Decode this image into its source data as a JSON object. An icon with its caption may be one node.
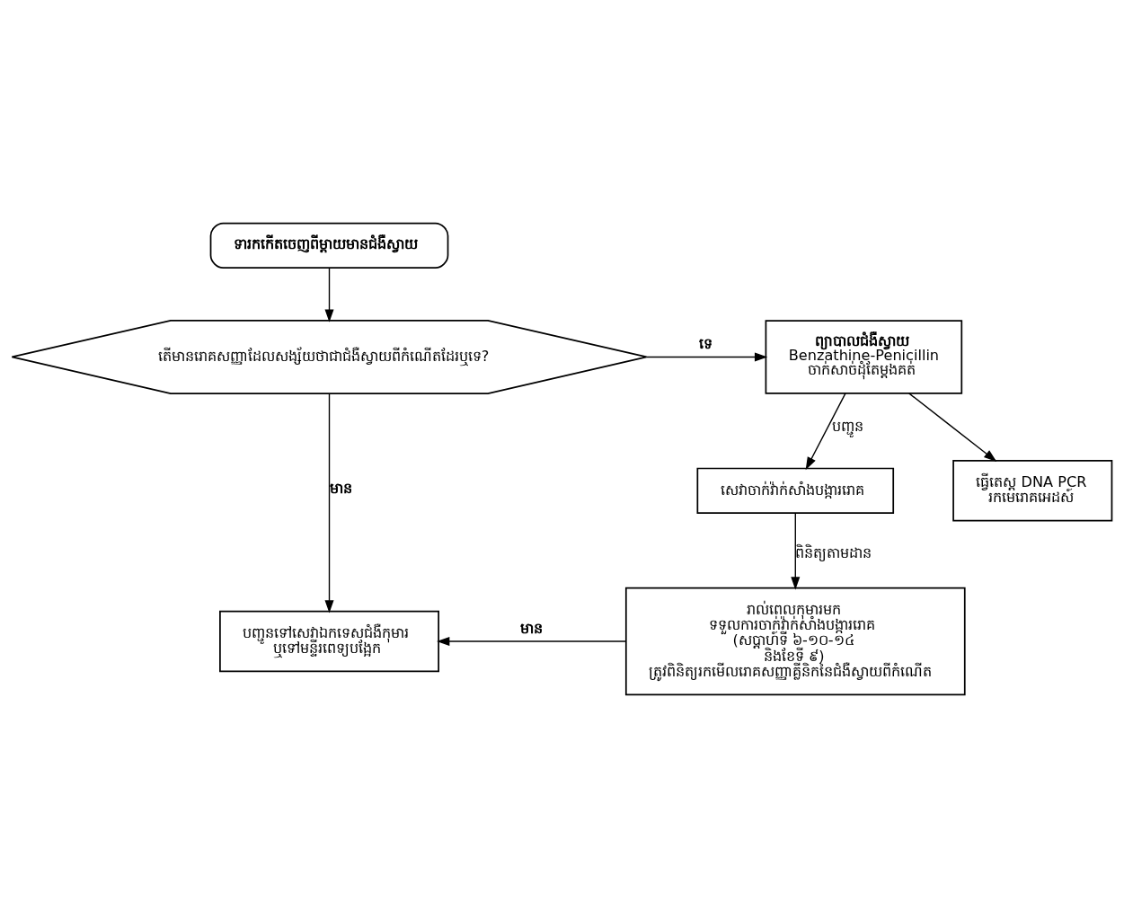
{
  "diagram": {
    "nodes": [
      {
        "text": [
          "ទារកកើតចេញពីម្តាយមានជំងឺស្វាយ"
        ]
      },
      {
        "text": [
          "តើមានរោគសញ្ញាដែលសង្ស័យថាជាជំងឺស្វាយពីកំណើតដែរឬទេ?"
        ]
      },
      {
        "text": [
          "ព្យាបាលជំងឺស្វាយ",
          "Benzathine-Penicillin",
          "ចាក់សាច់ដុំតែម្តងគត់"
        ]
      },
      {
        "text": [
          "សេវាចាក់វ៉ាក់សាំងបង្ការរោគ"
        ]
      },
      {
        "text": [
          "ធ្វើតេស្ត DNA PCR រកមេរោគអេដស៍"
        ]
      },
      {
        "text": [
          "រាល់ពេលកុមារមក ទទួលការចាក់វ៉ាក់សាំងបង្ការរោគ (សប្តាហ៍ទី ៦-១០-១៤ និងខែទី ៩) ត្រូវពិនិត្យរកមើលរោគសញ្ញាគ្លីនិកនៃជំងឺស្វាយពីកំណើត"
        ]
      },
      {
        "text": [
          "បញ្ជូនទៅសេវាឯកទេសជំងឺកុមារ ឬទៅមន្ទីរពេទ្យបង្អែក"
        ]
      }
    ],
    "edges": [
      {
        "from": 0,
        "to": 1,
        "arrow": "to"
      },
      {
        "from": 1,
        "to": 2,
        "arrow": "to",
        "label": "ទេ"
      },
      {
        "from": 2,
        "to": 3,
        "arrow": "to",
        "label": "បញ្ជូន"
      },
      {
        "from": 2,
        "to": 4,
        "arrow": "to"
      },
      {
        "from": 1,
        "to": 6,
        "arrow": "to",
        "label": "មាន"
      },
      {
        "from": 3,
        "to": 5,
        "arrow": "to",
        "label": "ពិនិត្យតាមដាន"
      },
      {
        "from": 5,
        "to": 6,
        "arrow": "to",
        "label": "មាន"
      }
    ]
  }
}
